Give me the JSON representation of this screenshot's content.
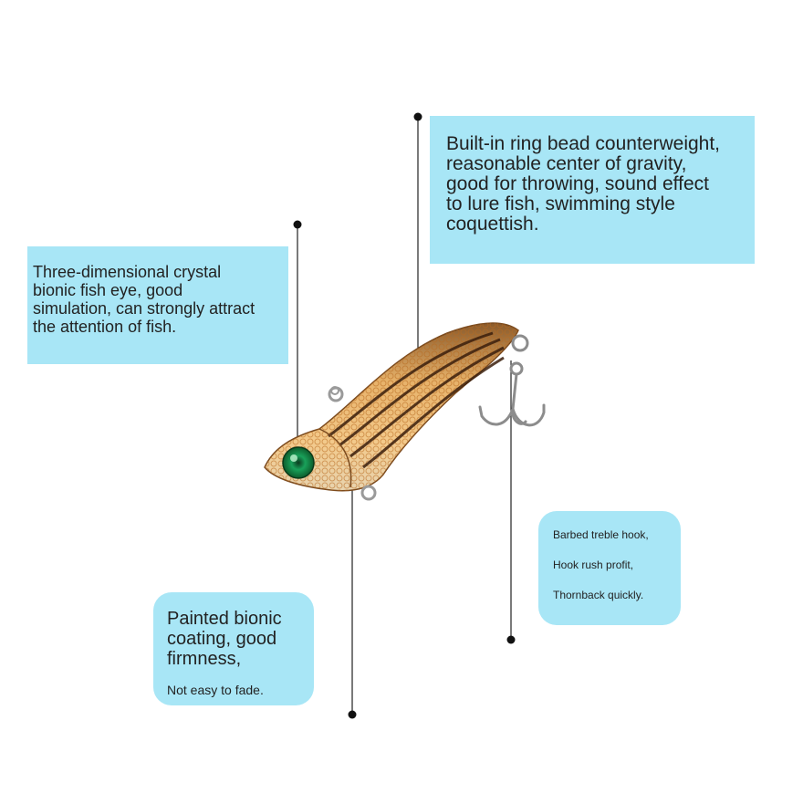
{
  "callouts": {
    "weight": {
      "lines": [
        "Built-in ring bead counterweight,",
        "reasonable center of gravity,",
        "good for throwing, sound effect",
        "to lure fish, swimming style",
        "coquettish."
      ]
    },
    "eye": {
      "lines": [
        "Three-dimensional crystal",
        "bionic fish eye, good",
        "simulation, can strongly attract",
        "the attention of fish."
      ]
    },
    "coating": {
      "lines": [
        "Painted bionic",
        "coating, good",
        "firmness,"
      ],
      "note": "Not easy to fade."
    },
    "hook": {
      "lines": [
        "Barbed treble hook,",
        "Hook rush profit,",
        "Thornback quickly."
      ]
    }
  },
  "colors": {
    "callout_bg": "#a8e6f6",
    "leader": "#222222",
    "lure_body": "#e0a55a",
    "lure_eye": "#1fa85a"
  },
  "icons": [
    "fishing-lure-icon",
    "treble-hook-icon"
  ]
}
